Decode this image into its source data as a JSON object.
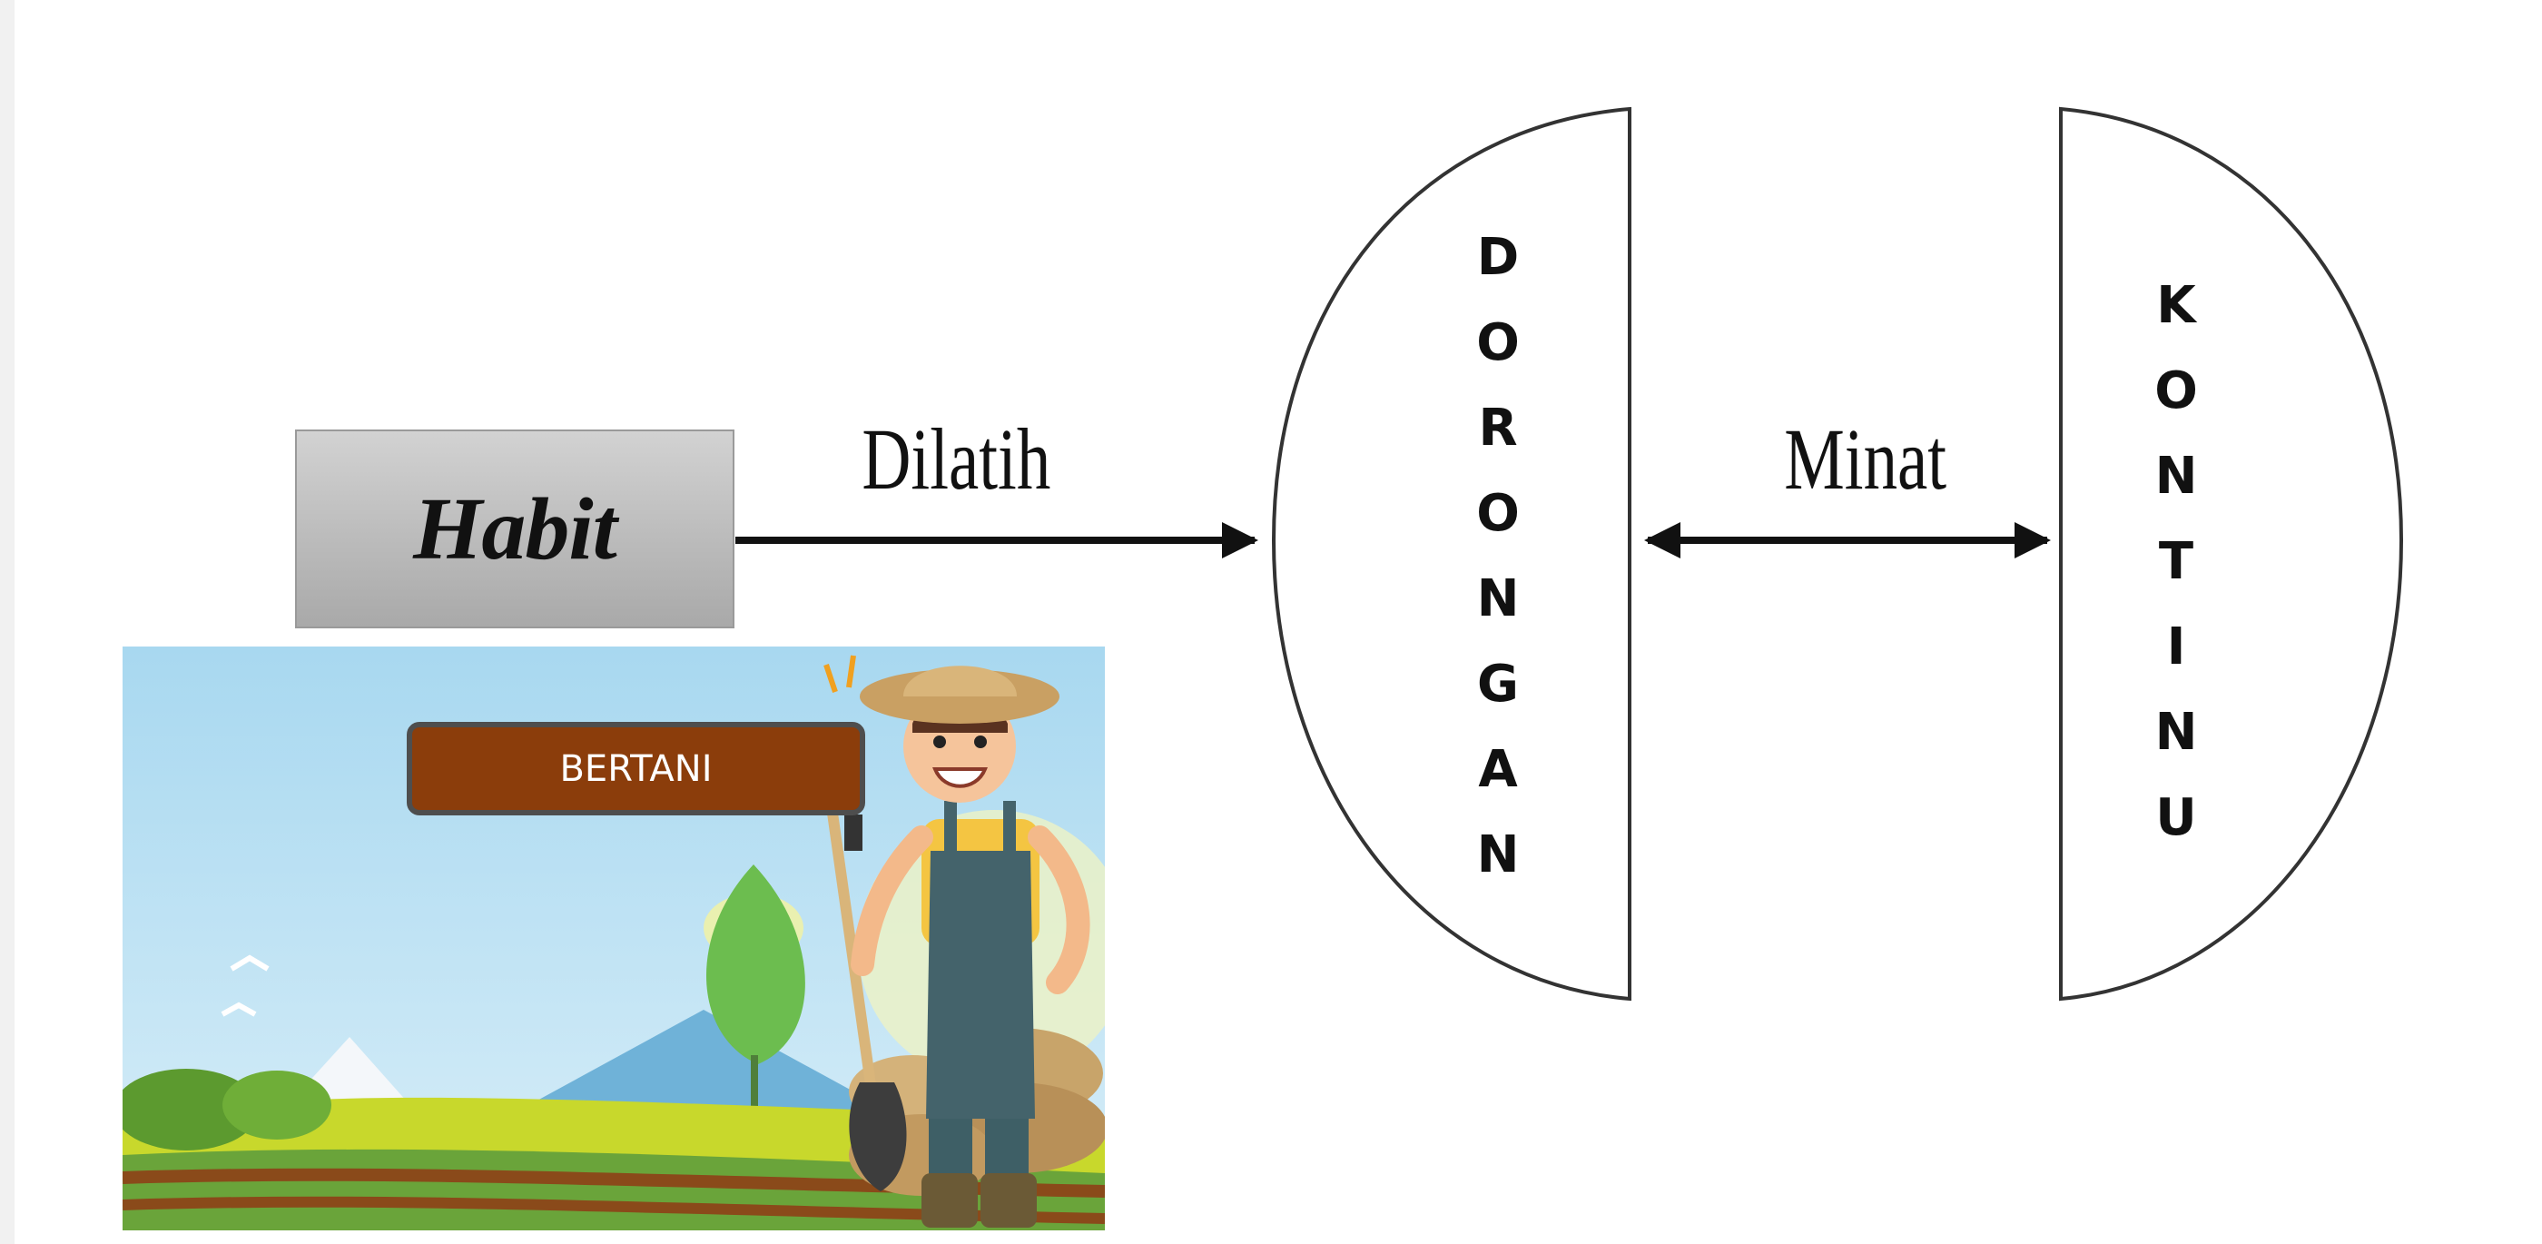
{
  "nodes": {
    "habit": "Habit",
    "dorongan": [
      "D",
      "O",
      "R",
      "O",
      "N",
      "G",
      "A",
      "N"
    ],
    "kontinu": [
      "K",
      "O",
      "N",
      "T",
      "I",
      "N",
      "U"
    ]
  },
  "edges": {
    "habit_to_dorongan": "Dilatih",
    "dorongan_kontinu": "Minat"
  },
  "illustration": {
    "sign_text": "BERTANI",
    "subject": "farmer-with-shovel"
  },
  "colors": {
    "sign": "#8b3d0b",
    "habit_box": "#bdbdbd",
    "line": "#111111"
  }
}
